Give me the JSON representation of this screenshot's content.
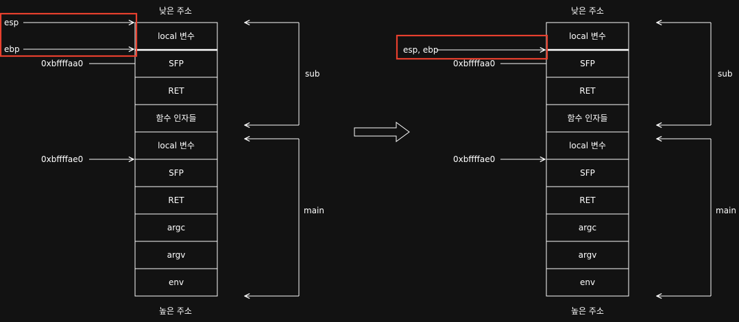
{
  "colors": {
    "background": "#121212",
    "foreground": "#ffffff",
    "highlight": "#e8402e"
  },
  "low_address": "낮은 주소",
  "high_address": "높은 주소",
  "frames": {
    "sub": "sub",
    "main": "main"
  },
  "stack_cells": [
    "local 변수",
    "SFP",
    "RET",
    "함수 인자들",
    "local 변수",
    "SFP",
    "RET",
    "argc",
    "argv",
    "env"
  ],
  "left": {
    "pointers": {
      "esp": "esp",
      "ebp": "ebp"
    },
    "addr_sub_sfp": "0xbffffaa0",
    "addr_main_sfp": "0xbffffae0"
  },
  "right": {
    "pointers": {
      "esp_ebp": "esp, ebp"
    },
    "addr_sub_sfp": "0xbffffaa0",
    "addr_main_sfp": "0xbffffae0"
  },
  "transition_arrow": "right-arrow-icon"
}
